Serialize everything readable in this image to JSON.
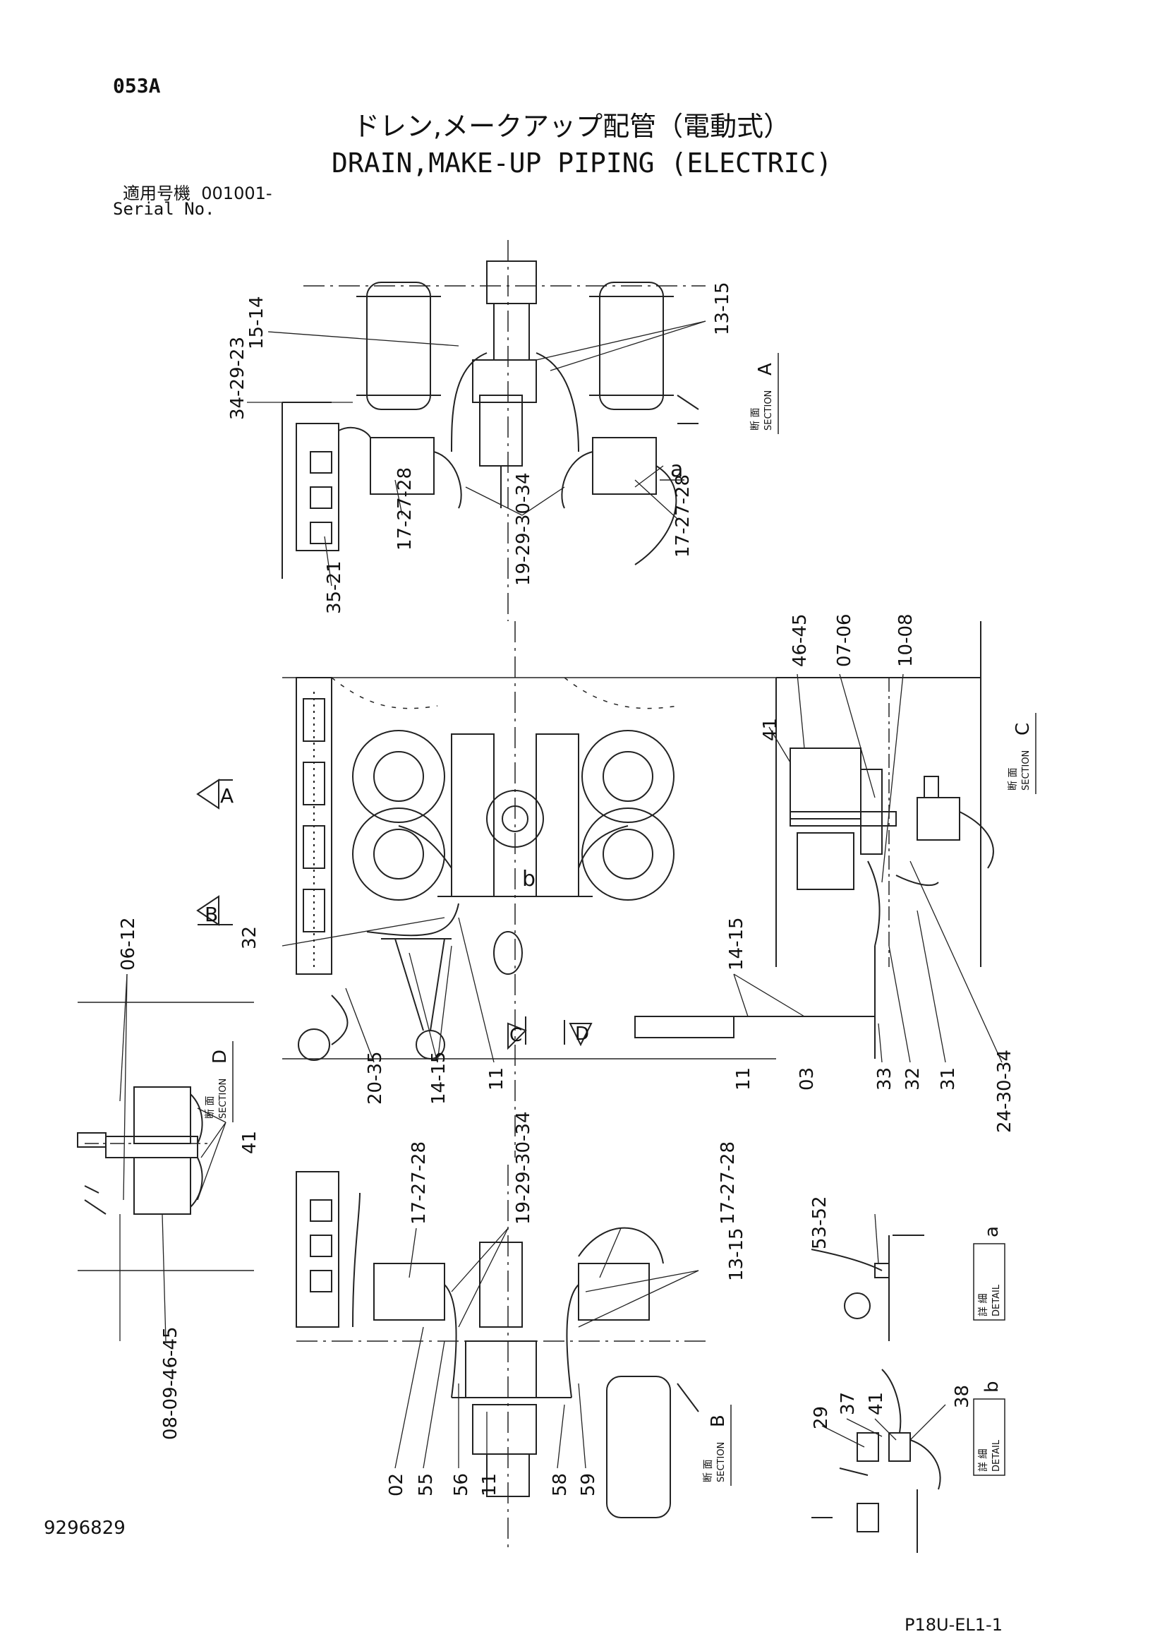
{
  "header": {
    "code": "053A",
    "title_jp": "ドレン,メークアップ配管（電動式）",
    "title_en": "DRAIN,MAKE-UP PIPING (ELECTRIC)",
    "serial_label_jp": "適用号機",
    "serial_value": "001001-",
    "serial_label_en": "Serial No."
  },
  "footer": {
    "doc_number": "9296829",
    "sheet_code": "P18U-EL1-1"
  },
  "sections": {
    "A": {
      "jp": "断 面",
      "en": "SECTION",
      "letter": "A"
    },
    "B": {
      "jp": "断 面",
      "en": "SECTION",
      "letter": "B"
    },
    "C": {
      "jp": "断 面",
      "en": "SECTION",
      "letter": "C"
    },
    "D": {
      "jp": "断 面",
      "en": "SECTION",
      "letter": "D"
    }
  },
  "details": {
    "a": {
      "jp": "詳 細",
      "en": "DETAIL",
      "letter": "a"
    },
    "b": {
      "jp": "詳 細",
      "en": "DETAIL",
      "letter": "b"
    }
  },
  "view_arrows": {
    "A": "A",
    "B": "B",
    "C": "C",
    "D": "D"
  },
  "detail_markers": {
    "a": "a",
    "b": "b"
  },
  "callouts": {
    "top_left_1": "15-14",
    "top_left_2": "34-29-23",
    "top_right_1": "13-15",
    "top_mid_1": "17-27-28",
    "top_mid_2": "19-29-30-34",
    "top_mid_3": "17-27-28",
    "top_bottom_1": "35-21",
    "mid_32": "32",
    "mid_bottom_1": "20-35",
    "mid_bottom_2": "14-15",
    "mid_bottom_3": "11",
    "c_top_1": "46-45",
    "c_top_2": "07-06",
    "c_top_3": "10-08",
    "c_41": "41",
    "c_14_15": "14-15",
    "c_bottom_11": "11",
    "c_bottom_03": "03",
    "c_bottom_33": "33",
    "c_bottom_32": "32",
    "c_bottom_31": "31",
    "c_bottom_24": "24-30-34",
    "d_top": "06-12",
    "d_41": "41",
    "d_bottom": "08-09-46-45",
    "b_top_1": "17-27-28",
    "b_top_2": "19-29-30-34",
    "b_top_3": "17-27-28",
    "b_top_4": "13-15",
    "b_bottom_02": "02",
    "b_bottom_55": "55",
    "b_bottom_56": "56",
    "b_bottom_11": "11",
    "b_bottom_58": "58",
    "b_bottom_59": "59",
    "da_top": "53-52",
    "db_29": "29",
    "db_37": "37",
    "db_41": "41",
    "db_38": "38"
  }
}
